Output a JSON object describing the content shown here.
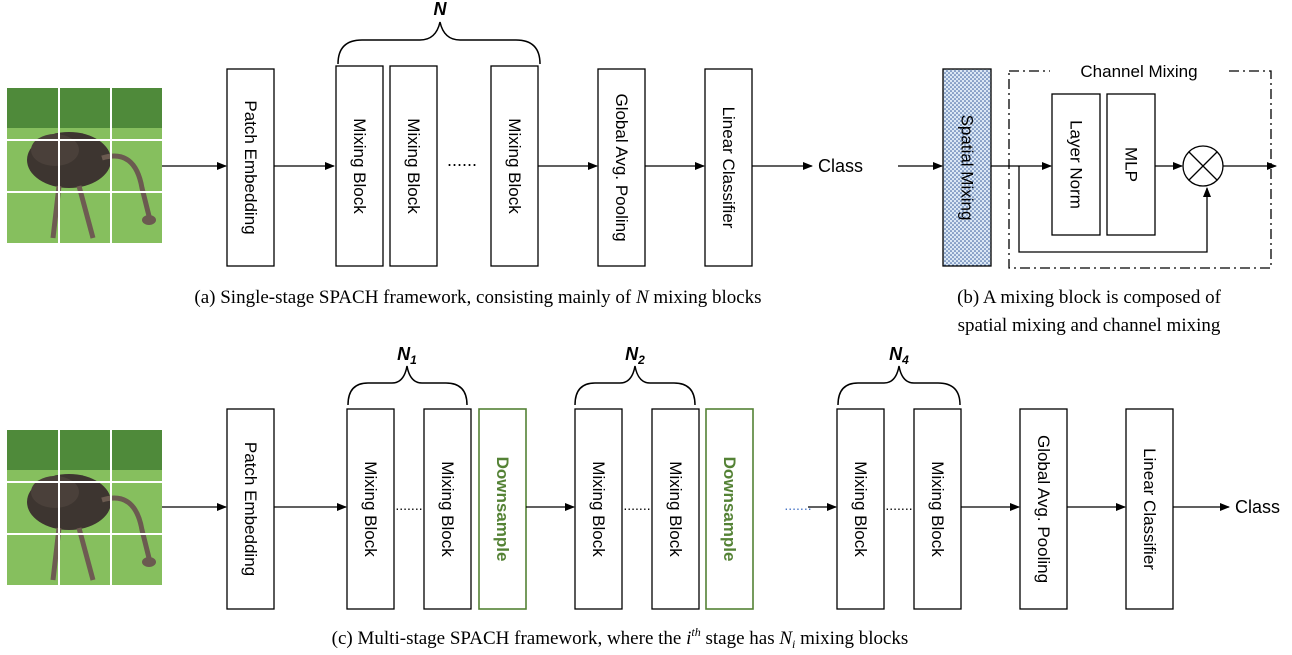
{
  "panel_a": {
    "blocks": {
      "patch": "Patch Embedding",
      "mix1": "Mixing Block",
      "mix2": "Mixing Block",
      "mix3": "Mixing Block",
      "pool": "Global Avg. Pooling",
      "cls": "Linear Classifier"
    },
    "dots": "......",
    "brace_label": "N",
    "output": "Class",
    "caption": {
      "pre": "(a) Single-stage SPACH framework, consisting mainly of ",
      "var": "N",
      "post": " mixing blocks"
    }
  },
  "panel_b": {
    "spatial": "Spatial Mixing",
    "channel_title": "Channel Mixing",
    "layer_norm": "Layer Norm",
    "mlp": "MLP",
    "caption_line1": "(b) A mixing block is composed of",
    "caption_line2": "spatial mixing and channel mixing"
  },
  "panel_c": {
    "blocks": {
      "patch": "Patch Embedding",
      "s1a": "Mixing Block",
      "s1b": "Mixing Block",
      "down1": "Downsample",
      "s2a": "Mixing Block",
      "s2b": "Mixing Block",
      "down2": "Downsample",
      "s4a": "Mixing Block",
      "s4b": "Mixing Block",
      "pool": "Global Avg. Pooling",
      "cls": "Linear Classifier"
    },
    "braces": {
      "n1": {
        "main": "N",
        "sub": "1"
      },
      "n2": {
        "main": "N",
        "sub": "2"
      },
      "n4": {
        "main": "N",
        "sub": "4"
      }
    },
    "dots_short": ".......",
    "dots_blue": ".......",
    "output": "Class",
    "caption": {
      "p1": "(c) Multi-stage SPACH framework, where the ",
      "i": "i",
      "th": "th",
      "p2": " stage has ",
      "n": "N",
      "ni": "i",
      "p3": " mixing blocks"
    }
  },
  "colors": {
    "downsample": "#548235",
    "blue_dots": "#4472c4",
    "spatial_fill": "#cfe2f3",
    "grass": "#6aa84f"
  }
}
